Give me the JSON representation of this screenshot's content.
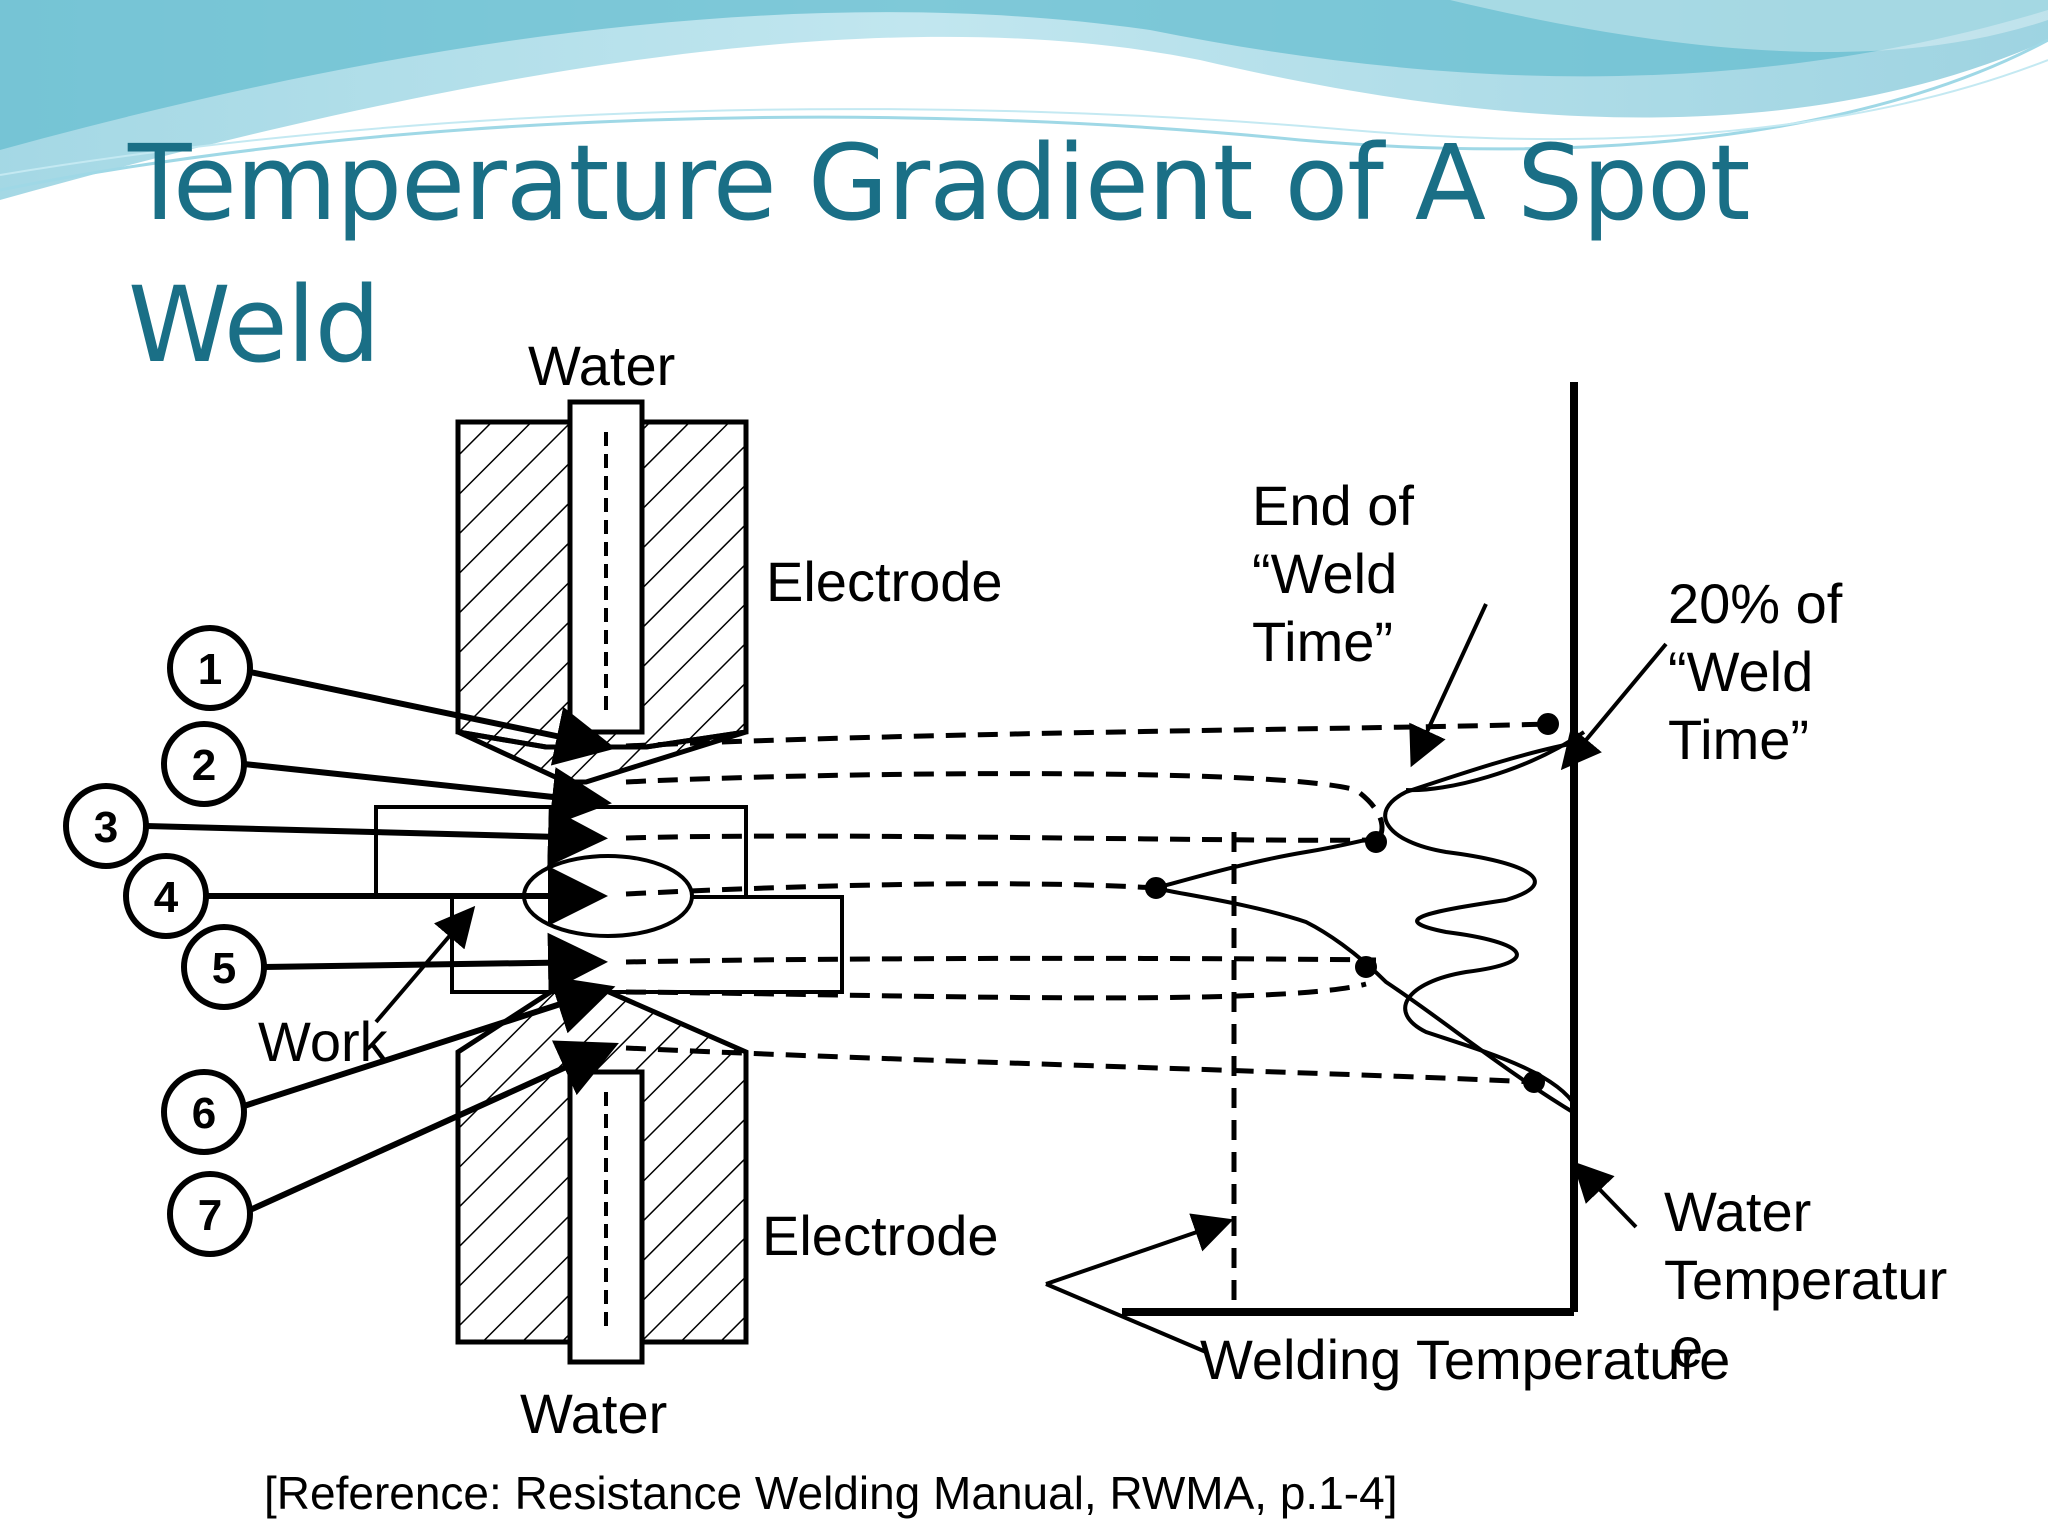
{
  "title": "Temperature Gradient of A Spot Weld",
  "reference": "[Reference: Resistance Welding Manual, RWMA, p.1-4]",
  "labels": {
    "water_top": "Water",
    "water_bottom": "Water",
    "electrode_top": "Electrode",
    "electrode_bottom": "Electrode",
    "work": "Work",
    "end_weld_time": [
      "End of",
      "“Weld",
      "Time”"
    ],
    "pct20_weld_time": [
      "20% of",
      "“Weld",
      "Time”"
    ],
    "water_temperature": [
      "Water",
      "Temperatur",
      "e"
    ],
    "welding_temperature": "Welding Temperature"
  },
  "points": [
    "1",
    "2",
    "3",
    "4",
    "5",
    "6",
    "7"
  ],
  "colors": {
    "title": "#1a6f86",
    "banner_light": "#d9f1f7",
    "banner_mid": "#8fd2e2",
    "banner_dark": "#5ab8cf"
  }
}
